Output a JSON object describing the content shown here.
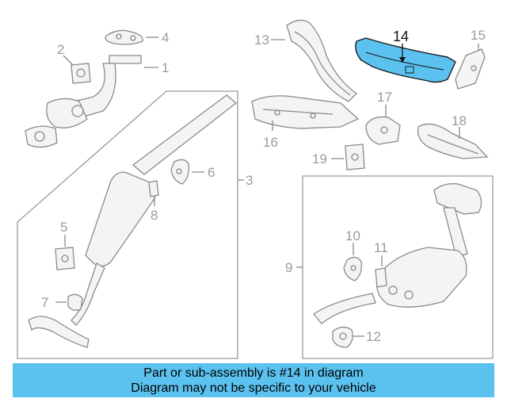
{
  "diagram": {
    "highlight_color": "#5bc2f0",
    "callouts": {
      "c1": "1",
      "c2": "2",
      "c3": "3",
      "c4": "4",
      "c5": "5",
      "c6": "6",
      "c7": "7",
      "c8": "8",
      "c9": "9",
      "c10": "10",
      "c11": "11",
      "c12": "12",
      "c13": "13",
      "c14": "14",
      "c15": "15",
      "c16": "16",
      "c17": "17",
      "c18": "18",
      "c19": "19"
    }
  },
  "banner": {
    "line1": "Part or sub-assembly is #14 in diagram",
    "line2": "Diagram may not be specific to your vehicle",
    "color": "#5bc2f0"
  }
}
